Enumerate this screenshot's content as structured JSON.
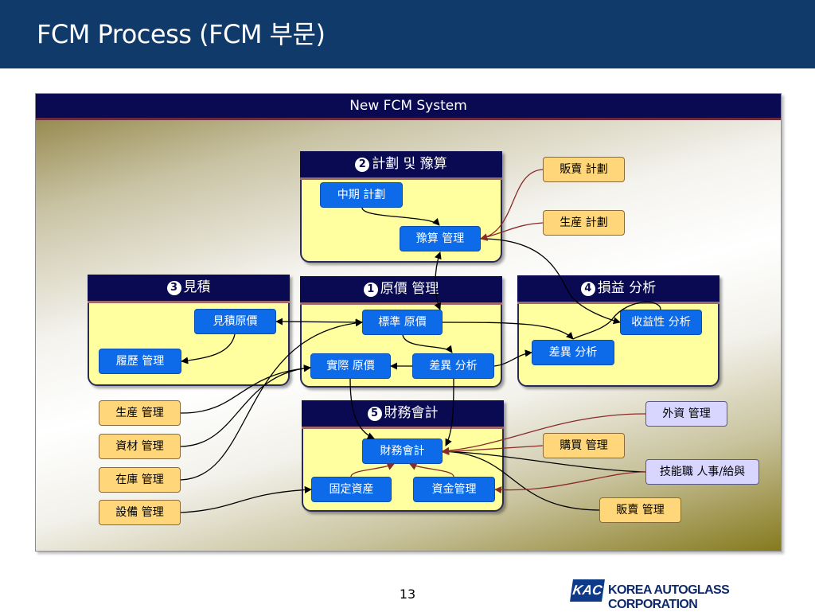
{
  "slide": {
    "title": "FCM Process (FCM 부문)",
    "page_number": "13"
  },
  "panel": {
    "header": "New FCM System"
  },
  "groups": {
    "plan": {
      "num": "2",
      "title": "計劃 및 豫算"
    },
    "estimate": {
      "num": "3",
      "title": "見積"
    },
    "cost": {
      "num": "1",
      "title": "原價 管理"
    },
    "pl": {
      "num": "4",
      "title": "損益 分析"
    },
    "finance": {
      "num": "5",
      "title": "財務會計"
    }
  },
  "boxes": {
    "midterm_plan": "中期 計劃",
    "budget_mgmt": "豫算 管理",
    "estimate_cost": "見積原價",
    "history_mgmt": "履歷 管理",
    "standard_cost": "標準 原價",
    "actual_cost": "實際 原價",
    "variance_analysis_cost": "差異 分析",
    "profitability_analysis": "收益性 分析",
    "variance_analysis_pl": "差異 分析",
    "financial_accounting": "財務會計",
    "fixed_assets": "固定資産",
    "fund_mgmt": "資金管理",
    "sales_plan": "販賣 計劃",
    "production_plan": "生産 計劃",
    "production_mgmt": "生産 管理",
    "material_mgmt": "資材 管理",
    "inventory_mgmt": "在庫 管理",
    "equipment_mgmt": "設備 管理",
    "purchase_mgmt": "購買 管理",
    "sales_mgmt": "販賣 管理",
    "foreign_capital_mgmt": "外資 管理",
    "tech_hr_payroll": "技能職 人事/給與"
  },
  "footer": {
    "logo_text": "KAC",
    "company": "KOREA AUTOGLASS CORPORATION"
  },
  "colors": {
    "title_bar": "#103a6a",
    "header_navy": "#0a0a52",
    "group_fill": "#ffffa0",
    "blue_box": "#0d6bea",
    "orange_box": "#ffd77a",
    "lavender_box": "#d8d6ff",
    "red_arrow": "#8a2a2a"
  }
}
